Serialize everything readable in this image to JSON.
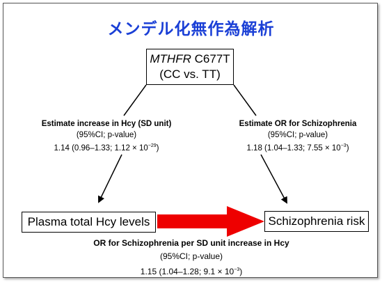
{
  "title": "メンデル化無作為解析",
  "gene_box": {
    "gene": "MTHFR",
    "variant": "C677T",
    "comparison": "(CC vs. TT)"
  },
  "left_estimate": {
    "heading": "Estimate increase in Hcy (SD unit)",
    "ci_label": "(95%CI; p-value)",
    "value_main": "1.14 (0.96–1.33; 1.12 × 10",
    "exponent": "−29",
    "value_close": ")"
  },
  "right_estimate": {
    "heading": "Estimate OR for Schizophrenia",
    "ci_label": "(95%CI; p-value)",
    "value_main": "1.18 (1.04–1.33; 7.55 × 10",
    "exponent": "−3",
    "value_close": ")"
  },
  "exposure_box": "Plasma total Hcy levels",
  "outcome_box": "Schizophrenia risk",
  "bottom_estimate": {
    "heading": "OR for Schizophrenia per SD unit increase in Hcy",
    "ci_label": "(95%CI; p-value)",
    "value_main": "1.15 (1.04–1.28; 9.1 × 10",
    "exponent": "−3",
    "value_close": ")"
  },
  "colors": {
    "title": "#1a3fd6",
    "big_arrow": "#ee0000"
  }
}
